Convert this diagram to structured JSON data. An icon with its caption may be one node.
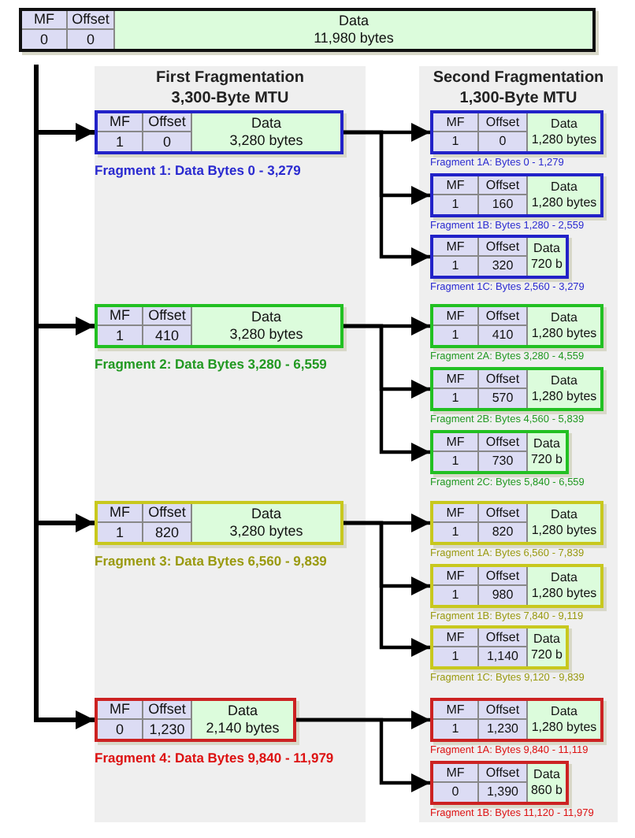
{
  "diagram": {
    "nodes": [
      {
        "text": [
          "MF",
          "Offset",
          "Data",
          "0",
          "0",
          "11,980 bytes"
        ]
      },
      {
        "text": [
          "First Fragmentation 3,300-Byte MTU"
        ]
      },
      {
        "text": [
          "MF",
          "Offset",
          "Data",
          "1",
          "0",
          "3,280 bytes"
        ],
        "in": 1,
        "beside": [
          "Fragment 1: Data Bytes 0 - 3,279"
        ]
      },
      {
        "text": [
          "MF",
          "Offset",
          "Data",
          "1",
          "410",
          "3,280 bytes"
        ],
        "in": 1,
        "beside": [
          "Fragment 2: Data Bytes 3,280 - 6,559"
        ]
      },
      {
        "text": [
          "MF",
          "Offset",
          "Data",
          "1",
          "820",
          "3,280 bytes"
        ],
        "in": 1,
        "beside": [
          "Fragment 3: Data Bytes 6,560 - 9,839"
        ]
      },
      {
        "text": [
          "MF",
          "Offset",
          "Data",
          "0",
          "1,230",
          "2,140 bytes"
        ],
        "in": 1,
        "beside": [
          "Fragment 4: Data Bytes 9,840 - 11,979"
        ]
      },
      {
        "text": [
          "Second Fragmentation 1,300-Byte MTU"
        ]
      },
      {
        "text": [
          "MF",
          "Offset",
          "Data",
          "1",
          "0",
          "1,280 bytes"
        ],
        "in": 6,
        "beside": [
          "Fragment 1A: Bytes 0 - 1,279"
        ]
      },
      {
        "text": [
          "MF",
          "Offset",
          "Data",
          "1",
          "160",
          "1,280 bytes"
        ],
        "in": 6,
        "beside": [
          "Fragment 1B: Bytes 1,280 - 2,559"
        ]
      },
      {
        "text": [
          "MF",
          "Offset",
          "Data",
          "1",
          "320",
          "720 b"
        ],
        "in": 6,
        "beside": [
          "Fragment 1C: Bytes 2,560 - 3,279"
        ]
      },
      {
        "text": [
          "MF",
          "Offset",
          "Data",
          "1",
          "410",
          "1,280 bytes"
        ],
        "in": 6,
        "beside": [
          "Fragment 2A: Bytes 3,280 - 4,559"
        ]
      },
      {
        "text": [
          "MF",
          "Offset",
          "Data",
          "1",
          "570",
          "1,280 bytes"
        ],
        "in": 6,
        "beside": [
          "Fragment 2B: Bytes 4,560 - 5,839"
        ]
      },
      {
        "text": [
          "MF",
          "Offset",
          "Data",
          "1",
          "730",
          "720 b"
        ],
        "in": 6,
        "beside": [
          "Fragment 2C: Bytes 5,840 - 6,559"
        ]
      },
      {
        "text": [
          "MF",
          "Offset",
          "Data",
          "1",
          "820",
          "1,280 bytes"
        ],
        "in": 6,
        "beside": [
          "Fragment 1A: Bytes 6,560 - 7,839"
        ]
      },
      {
        "text": [
          "MF",
          "Offset",
          "Data",
          "1",
          "980",
          "1,280 bytes"
        ],
        "in": 6,
        "beside": [
          "Fragment 1B: Bytes 7,840 - 9,119"
        ]
      },
      {
        "text": [
          "MF",
          "Offset",
          "Data",
          "1",
          "1,140",
          "720 b"
        ],
        "in": 6,
        "beside": [
          "Fragment 1C: Bytes 9,120 - 9,839"
        ]
      },
      {
        "text": [
          "MF",
          "Offset",
          "Data",
          "1",
          "1,230",
          "1,280 bytes"
        ],
        "in": 6,
        "beside": [
          "Fragment 1A: Bytes 9,840 - 11,119"
        ]
      },
      {
        "text": [
          "MF",
          "Offset",
          "Data",
          "0",
          "1,390",
          "860 b"
        ],
        "in": 6,
        "beside": [
          "Fragment 1B: Bytes 11,120 - 11,979"
        ]
      }
    ],
    "edges": [
      {
        "from": 0,
        "to": 2,
        "arrow": "to"
      },
      {
        "from": 0,
        "to": 3,
        "arrow": "to"
      },
      {
        "from": 0,
        "to": 4,
        "arrow": "to"
      },
      {
        "from": 0,
        "to": 5,
        "arrow": "to"
      },
      {
        "from": 2,
        "to": 7,
        "arrow": "to"
      },
      {
        "from": 2,
        "to": 8,
        "arrow": "to"
      },
      {
        "from": 2,
        "to": 9,
        "arrow": "to"
      },
      {
        "from": 3,
        "to": 10,
        "arrow": "to"
      },
      {
        "from": 3,
        "to": 11,
        "arrow": "to"
      },
      {
        "from": 3,
        "to": 12,
        "arrow": "to"
      },
      {
        "from": 4,
        "to": 13,
        "arrow": "to"
      },
      {
        "from": 4,
        "to": 14,
        "arrow": "to"
      },
      {
        "from": 4,
        "to": 15,
        "arrow": "to"
      },
      {
        "from": 5,
        "to": 16,
        "arrow": "to"
      },
      {
        "from": 5,
        "to": 17,
        "arrow": "to"
      }
    ]
  }
}
